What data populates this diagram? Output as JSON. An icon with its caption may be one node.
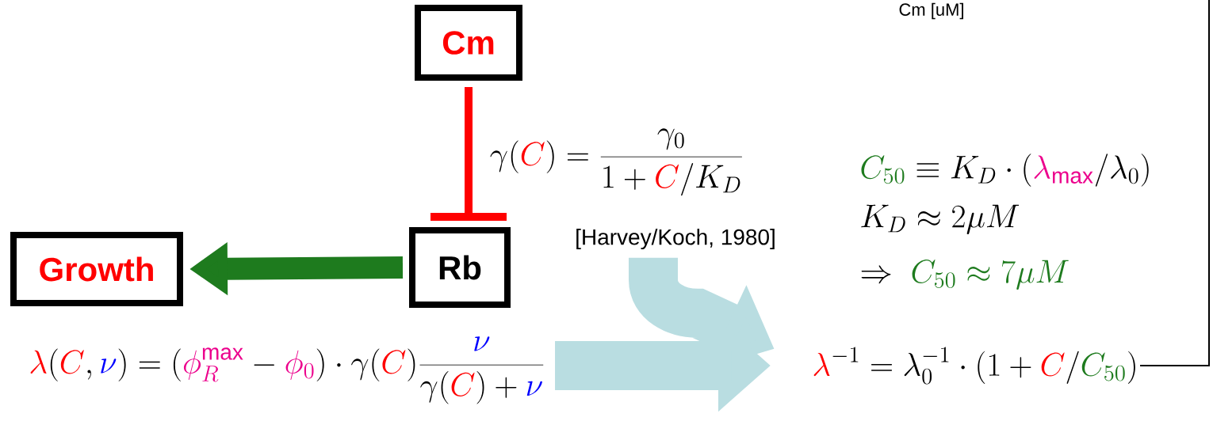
{
  "diagram": {
    "nodes": [
      {
        "text": [
          "Cm"
        ]
      },
      {
        "text": [
          "Growth"
        ]
      },
      {
        "text": [
          "Rb"
        ]
      },
      {
        "text": [
          "\\gamma(\\textcolor{red}{C}) = \\frac{\\gamma_0}{1+\\textcolor{red}{C}/K_D}"
        ],
        "beside": [
          "[Harvey/Koch, 1980]"
        ]
      },
      {
        "text": [
          "\\textcolor{red}{\\lambda}(\\textcolor{red}{C},\\textcolor{blue}{\\nu}) = \\left(\\textcolor{magenta}{\\phi_R^{\\mathrm{max}}} - \\textcolor{magenta}{\\phi_0}\\right)\\cdot\\gamma(\\textcolor{red}{C})\\frac{\\textcolor{blue}{\\nu}}{\\gamma(\\textcolor{red}{C})+\\textcolor{blue}{\\nu}}"
        ]
      },
      {
        "text": [
          "\\textcolor{red}{\\lambda}^{-1} = \\lambda_0^{-1}\\cdot\\left(1+\\textcolor{red}{C}/\\textcolor{green}{C_{50}}\\right)"
        ]
      }
    ],
    "edges": [
      {
        "from": 0,
        "to": 2,
        "arrow": "other",
        "color": "#ff0000"
      },
      {
        "from": 2,
        "to": 1,
        "arrow": "to",
        "color": "#1e7b1e"
      },
      {
        "from": 3,
        "to": 5,
        "arrow": "to",
        "style": "thick",
        "color": "#b9dde1"
      },
      {
        "from": 4,
        "to": 5,
        "arrow": "to",
        "style": "thick",
        "color": "#b9dde1"
      },
      {
        "from": 5,
        "to": null,
        "arrow": "none",
        "color": "#000000"
      }
    ],
    "labels": [
      "Cm [uM]",
      "\\textcolor{green}{C_{50}} \\equiv K_D\\cdot\\left(\\textcolor{magenta}{\\lambda_{\\mathrm{max}}}/\\lambda_0\\right)",
      "K_D \\approx 2\\mu M",
      "\\Rightarrow\\ \\textcolor{green}{C_{50}\\approx 7\\mu M}"
    ]
  }
}
